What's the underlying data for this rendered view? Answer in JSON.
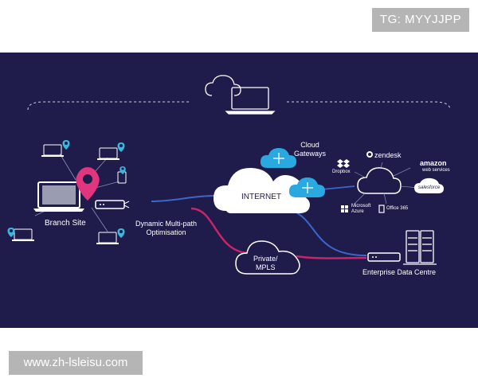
{
  "watermarks": {
    "top_right": "TG: MYYJJPP",
    "bottom_left": "www.zh-lsleisu.com"
  },
  "labels": {
    "branch_site": "Branch Site",
    "dynamic_multipath": "Dynamic Multi-path\nOptimisation",
    "internet": "INTERNET",
    "cloud_gateways": "Cloud\nGateways",
    "private_mpls": "Private/\nMPLS",
    "enterprise_dc": "Enterprise Data Centre"
  },
  "saas": {
    "dropbox": "Dropbox",
    "zendesk": "zendesk",
    "amazon": "amazon",
    "amazon_sub": "web services",
    "salesforce": "salesforce",
    "microsoft_azure": "Microsoft\nAzure",
    "office365": "Office 365"
  },
  "colors": {
    "background": "#1f1c4b",
    "cloud_fill": "#ffffff",
    "gateway": "#2aa8e0",
    "pin_pink": "#e2357f",
    "pin_cyan": "#3ab7dc",
    "link_pink": "#c8246a",
    "link_blue": "#3f65c8"
  }
}
